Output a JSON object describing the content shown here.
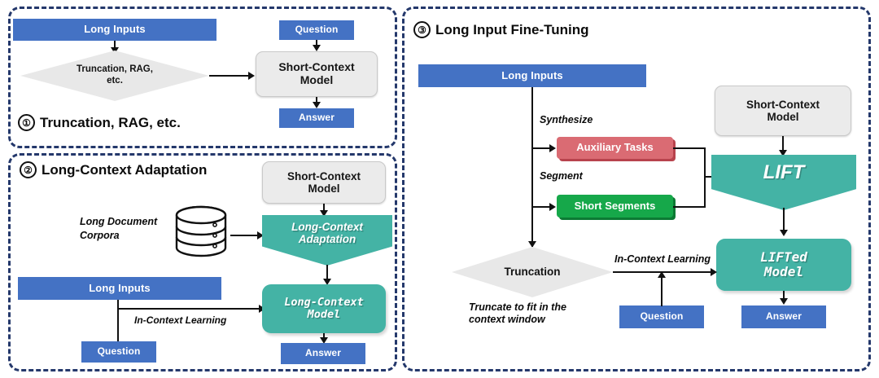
{
  "colors": {
    "blue": "#4472C4",
    "teal": "#44B3A5",
    "grey": "#EBEBEB",
    "red": "#DA6B73",
    "green": "#16A84A",
    "panel_border": "#24386B",
    "text_dark": "#111111"
  },
  "panel1": {
    "number": "①",
    "caption": "Truncation, RAG, etc.",
    "long_inputs": "Long Inputs",
    "decision": "Truncation, RAG,\netc.",
    "decision_line1": "Truncation, RAG,",
    "decision_line2": "etc.",
    "question": "Question",
    "model": "Short-Context\nModel",
    "model_line1": "Short-Context",
    "model_line2": "Model",
    "answer": "Answer"
  },
  "panel2": {
    "number": "②",
    "caption": "Long-Context Adaptation",
    "corpora_line1": "Long Document",
    "corpora_line2": "Corpora",
    "db_icon": "database-cylinder-icon",
    "short_context_model_line1": "Short-Context",
    "short_context_model_line2": "Model",
    "adaptation_line1": "Long-Context",
    "adaptation_line2": "Adaptation",
    "long_inputs": "Long Inputs",
    "in_context_learning": "In-Context Learning",
    "question": "Question",
    "lc_model_line1": "Long-Context",
    "lc_model_line2": "Model",
    "answer": "Answer"
  },
  "panel3": {
    "number": "③",
    "caption": "Long Input Fine-Tuning",
    "long_inputs": "Long Inputs",
    "synthesize": "Synthesize",
    "auxiliary_tasks": "Auxiliary Tasks",
    "segment": "Segment",
    "short_segments": "Short Segments",
    "short_context_model_line1": "Short-Context",
    "short_context_model_line2": "Model",
    "lift": "LIFT",
    "lifted_model_line1": "LIFTed",
    "lifted_model_line2": "Model",
    "truncation": "Truncation",
    "truncate_note_line1": "Truncate to fit in the",
    "truncate_note_line2": "context window",
    "in_context_learning": "In-Context Learning",
    "question": "Question",
    "answer": "Answer"
  }
}
